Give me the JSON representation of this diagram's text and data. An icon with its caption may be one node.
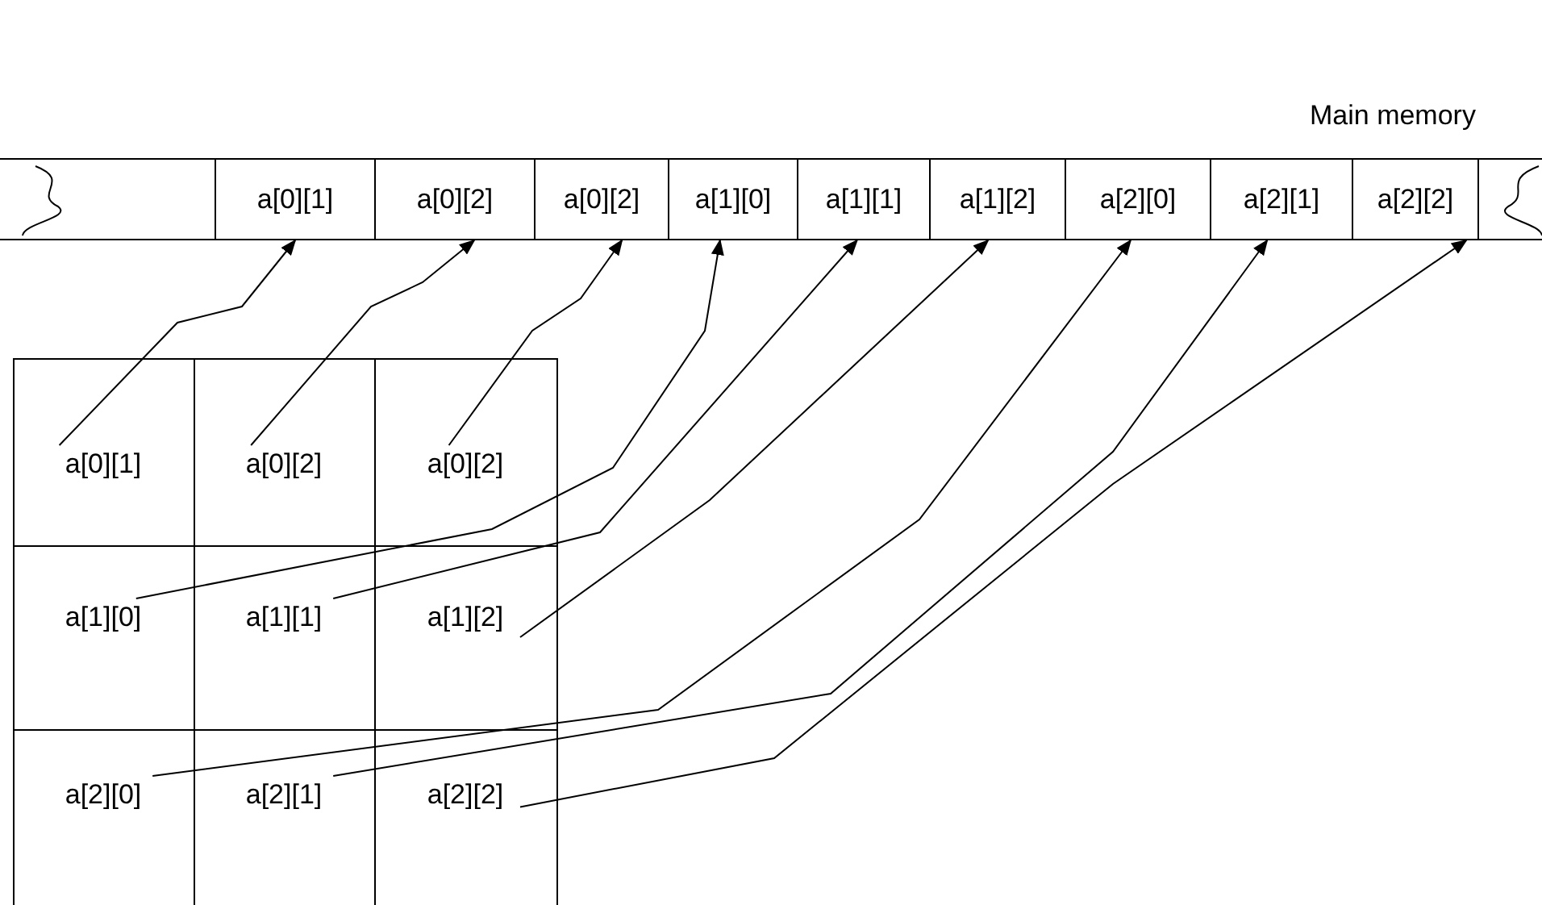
{
  "diagram": {
    "nodes": [
      {
        "text": [
          "a[0][1]"
        ]
      },
      {
        "text": [
          "a[0][2]"
        ]
      },
      {
        "text": [
          "a[0][2]"
        ]
      },
      {
        "text": [
          "a[1][0]"
        ]
      },
      {
        "text": [
          "a[1][1]"
        ]
      },
      {
        "text": [
          "a[1][2]"
        ]
      },
      {
        "text": [
          "a[2][0]"
        ]
      },
      {
        "text": [
          "a[2][1]"
        ]
      },
      {
        "text": [
          "a[2][2]"
        ]
      },
      {
        "text": [
          "a[0][1]"
        ]
      },
      {
        "text": [
          "a[0][2]"
        ]
      },
      {
        "text": [
          "a[0][2]"
        ]
      },
      {
        "text": [
          "a[1][0]"
        ]
      },
      {
        "text": [
          "a[1][1]"
        ]
      },
      {
        "text": [
          "a[1][2]"
        ]
      },
      {
        "text": [
          "a[2][0]"
        ]
      },
      {
        "text": [
          "a[2][1]"
        ]
      },
      {
        "text": [
          "a[2][2]"
        ]
      }
    ],
    "edges": [
      {
        "from": 9,
        "to": 0,
        "arrow": "to"
      },
      {
        "from": 10,
        "to": 1,
        "arrow": "to"
      },
      {
        "from": 11,
        "to": 2,
        "arrow": "to"
      },
      {
        "from": 12,
        "to": 3,
        "arrow": "to"
      },
      {
        "from": 13,
        "to": 4,
        "arrow": "to"
      },
      {
        "from": 14,
        "to": 5,
        "arrow": "to"
      },
      {
        "from": 15,
        "to": 6,
        "arrow": "to"
      },
      {
        "from": 16,
        "to": 7,
        "arrow": "to"
      },
      {
        "from": 17,
        "to": 8,
        "arrow": "to"
      }
    ],
    "labels": [
      "Main memory"
    ]
  }
}
